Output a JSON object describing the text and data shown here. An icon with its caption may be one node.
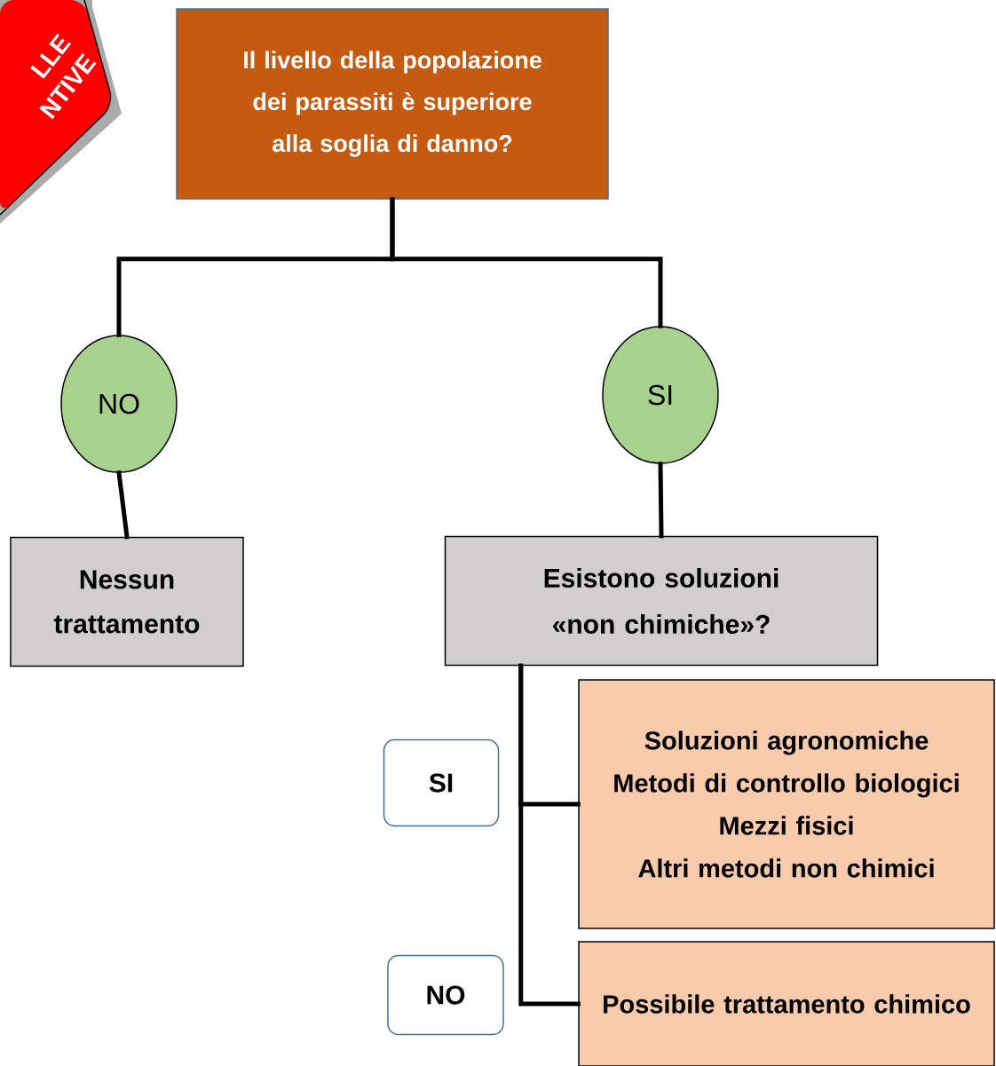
{
  "diagram": {
    "nodes": [
      {
        "text": [
          "LLE NTIVE"
        ]
      },
      {
        "text": [
          "Il livello della popolazione dei parassiti è superiore alla soglia di danno?"
        ]
      },
      {
        "text": [
          "NO"
        ]
      },
      {
        "text": [
          "SI"
        ]
      },
      {
        "text": [
          "Nessun trattamento"
        ]
      },
      {
        "text": [
          "Esistono soluzioni «non chimiche»?"
        ]
      },
      {
        "text": [
          "SI"
        ]
      },
      {
        "text": [
          "NO"
        ]
      },
      {
        "text": [
          "Soluzioni agronomiche",
          "Metodi di controllo biologici",
          "Mezzi fisici",
          "Altri metodi non chimici"
        ]
      },
      {
        "text": [
          "Possibile trattamento chimico"
        ]
      }
    ],
    "edges": [
      {
        "from": 1,
        "to": 2,
        "arrow": "none"
      },
      {
        "from": 1,
        "to": 3,
        "arrow": "none"
      },
      {
        "from": 2,
        "to": 4,
        "arrow": "none"
      },
      {
        "from": 3,
        "to": 5,
        "arrow": "none"
      },
      {
        "from": 5,
        "to": 8,
        "arrow": "none"
      },
      {
        "from": 5,
        "to": 9,
        "arrow": "none"
      }
    ]
  }
}
